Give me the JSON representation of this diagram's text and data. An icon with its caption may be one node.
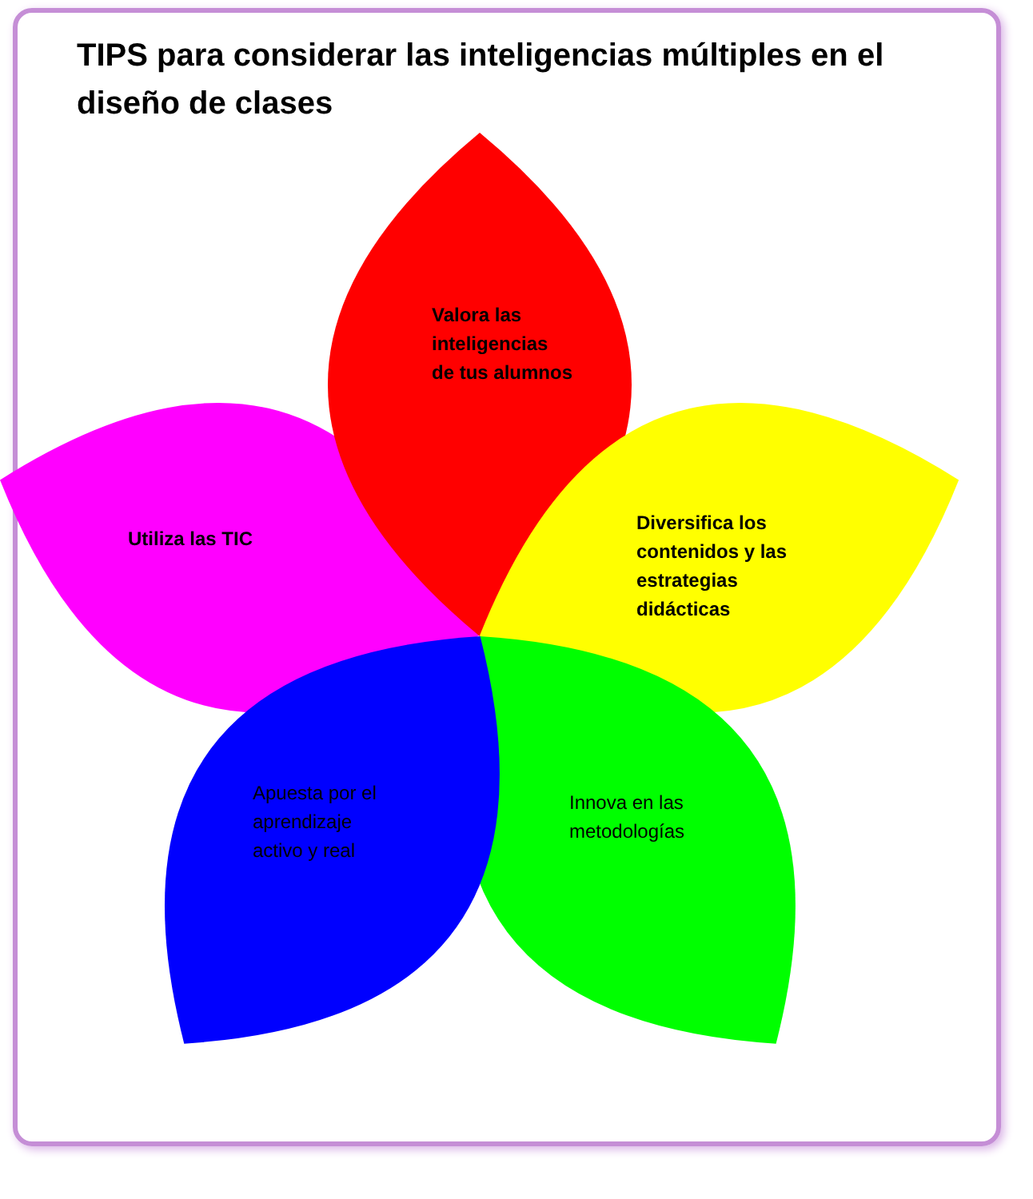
{
  "diagram": {
    "title": "TIPS para considerar las inteligencias múltiples en el diseño de clases",
    "nodes": [
      {
        "text": [
          "Utiliza las TIC"
        ]
      },
      {
        "text": [
          "Valora las inteligencias de tus alumnos"
        ]
      },
      {
        "text": [
          "Diversifica los contenidos y las estrategias didácticas"
        ]
      },
      {
        "text": [
          "Innova en las metodologías"
        ]
      },
      {
        "text": [
          "Apuesta por el aprendizaje activo y real"
        ]
      }
    ]
  }
}
